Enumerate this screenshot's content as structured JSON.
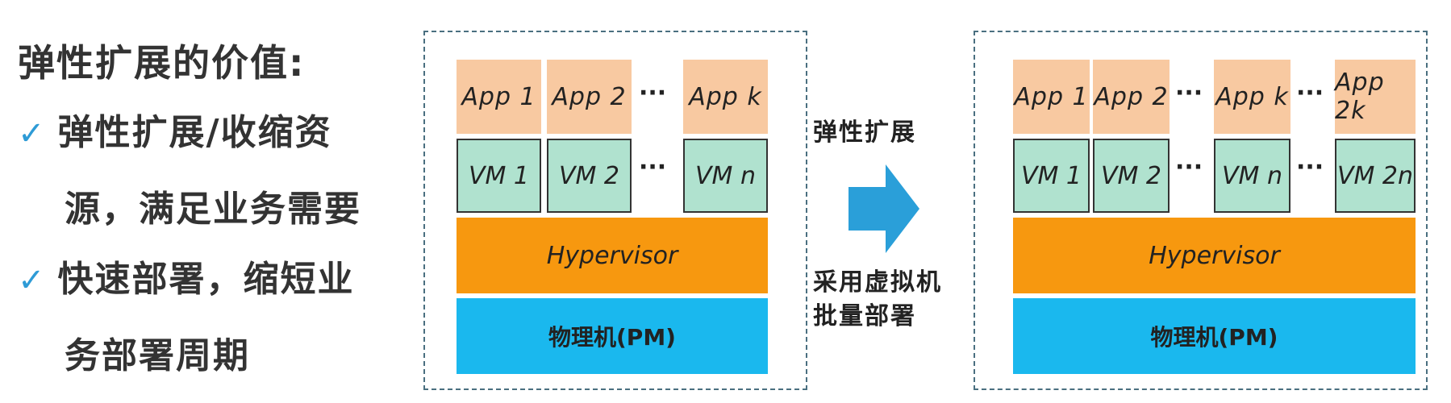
{
  "left": {
    "title": "弹性扩展的价值:",
    "check_mark": "✓",
    "bullets": [
      {
        "line1": "弹性扩展/收缩资",
        "line2": "源，满足业务需要"
      },
      {
        "line1": "快速部署，缩短业",
        "line2": "务部署周期"
      }
    ]
  },
  "before": {
    "apps": [
      "App 1",
      "App 2",
      "App k"
    ],
    "vms": [
      "VM 1",
      "VM 2",
      "VM n"
    ],
    "dots": "···",
    "hypervisor": "Hypervisor",
    "pm": "物理机(PM)"
  },
  "middle": {
    "top_label": "弹性扩展",
    "bottom_line1": "采用虚拟机",
    "bottom_line2": "批量部署"
  },
  "after": {
    "apps": [
      "App 1",
      "App 2",
      "App k",
      "App 2k"
    ],
    "vms": [
      "VM 1",
      "VM 2",
      "VM n",
      "VM 2n"
    ],
    "dots": "···",
    "hypervisor": "Hypervisor",
    "pm": "物理机(PM)"
  },
  "colors": {
    "app": "#f8c9a1",
    "vm": "#b0e2cf",
    "hypervisor": "#f7980f",
    "pm": "#1ab8ee",
    "arrow": "#2a9fd9",
    "check": "#2e9bd6"
  }
}
